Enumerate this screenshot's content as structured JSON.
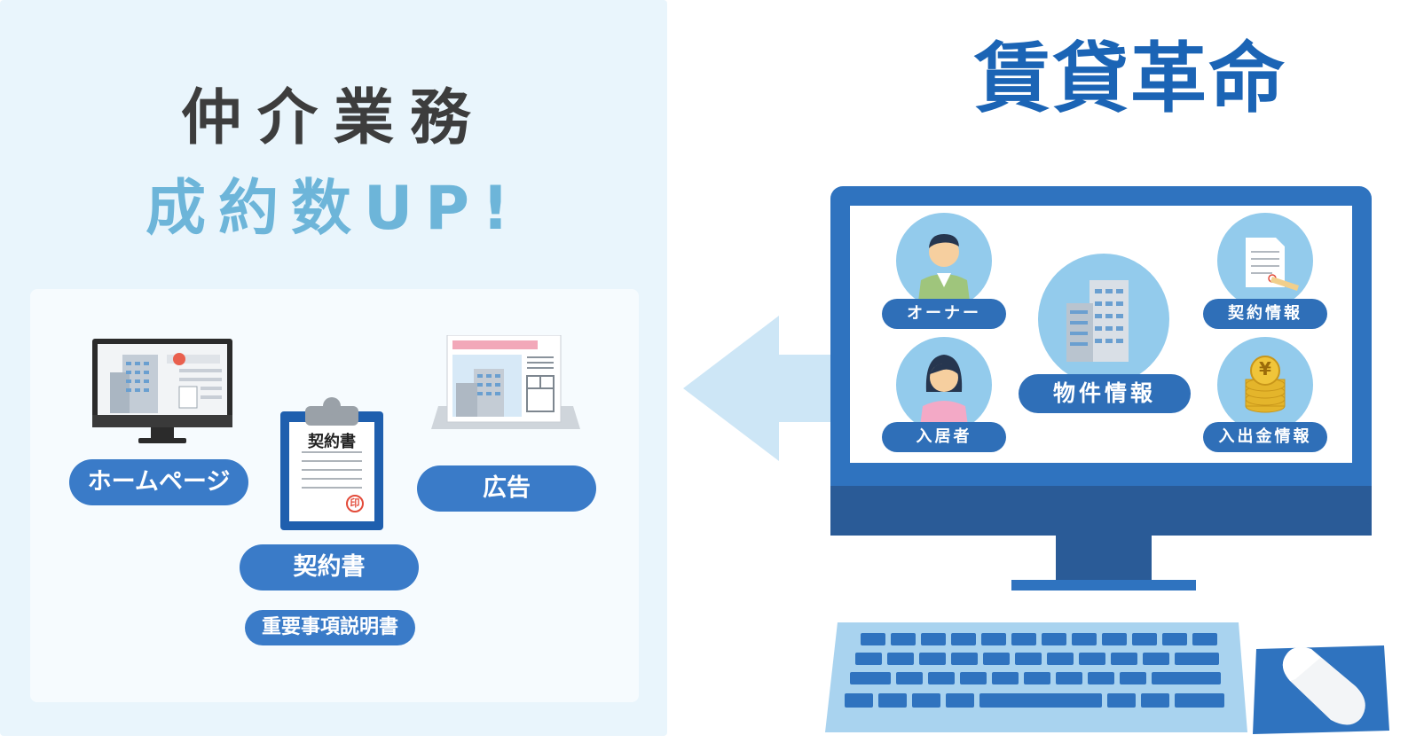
{
  "left": {
    "heading1": "仲介業務",
    "heading2": "成約数UP!",
    "labels": {
      "homepage": "ホームページ",
      "contract": "契約書",
      "ad": "広告",
      "explanation": "重要事項説明書"
    },
    "clipboard_title": "契約書",
    "stamp": "印"
  },
  "right": {
    "title": "賃貸革命",
    "screen": {
      "owner": "オーナー",
      "tenant": "入居者",
      "property": "物件情報",
      "contract_info": "契約情報",
      "payment_info": "入出金情報",
      "coin_symbol": "¥"
    }
  },
  "colors": {
    "accent_blue": "#3a7bc8",
    "title_blue": "#1b64b5",
    "light_blue": "#6db5d9",
    "panel_bg": "#e9f5fc"
  }
}
